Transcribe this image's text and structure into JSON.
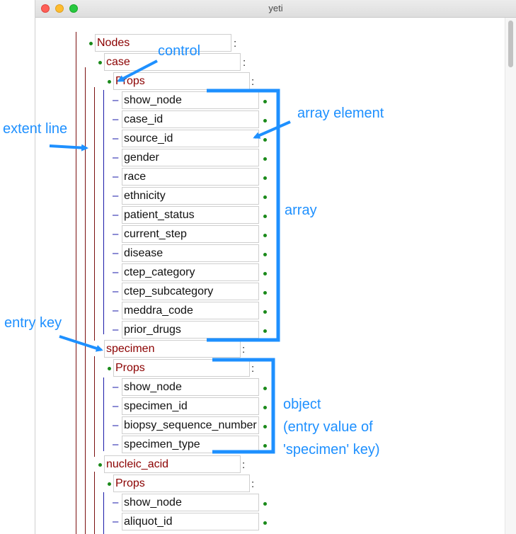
{
  "window": {
    "title": "yeti",
    "colors": {
      "close": "#ff5f57",
      "minimize": "#febc2e",
      "zoom": "#28c840"
    }
  },
  "tree": {
    "nodes_key": "Nodes",
    "case": {
      "key": "case",
      "props_key": "Props",
      "props": [
        "show_node",
        "case_id",
        "source_id",
        "gender",
        "race",
        "ethnicity",
        "patient_status",
        "current_step",
        "disease",
        "ctep_category",
        "ctep_subcategory",
        "meddra_code",
        "prior_drugs"
      ]
    },
    "specimen": {
      "key": "specimen",
      "props_key": "Props",
      "props": [
        "show_node",
        "specimen_id",
        "biopsy_sequence_number",
        "specimen_type"
      ]
    },
    "nucleic_acid": {
      "key": "nucleic_acid",
      "props_key": "Props",
      "props": [
        "show_node",
        "aliquot_id"
      ]
    },
    "colon": ":",
    "dash": "–"
  },
  "annotations": {
    "control": "control",
    "array_element": "array element",
    "extent_line": "extent line",
    "array": "array",
    "entry_key": "entry key",
    "object_line1": "object",
    "object_line2": "(entry value of",
    "object_line3": "'specimen' key)",
    "color": "#1e90ff"
  }
}
